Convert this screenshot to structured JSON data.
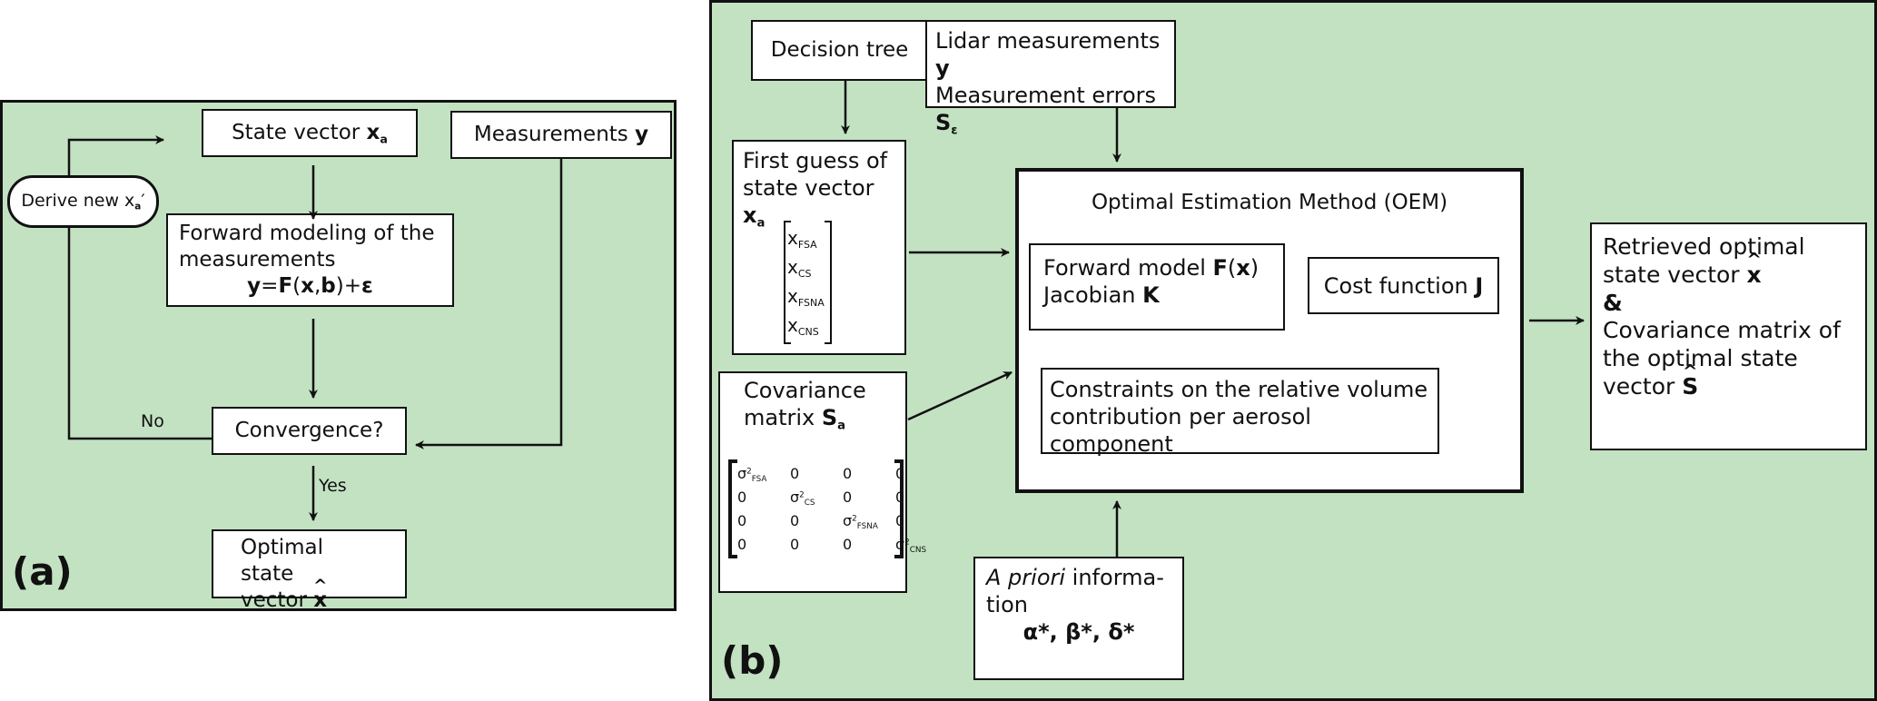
{
  "panel_a": {
    "label": "(a)",
    "state_vector": {
      "text": "State vector ",
      "symbol": "x",
      "subscript": "a"
    },
    "measurements": {
      "text": "Measurements ",
      "symbol": "y"
    },
    "derive_new": {
      "text": "Derive new x",
      "subscript": "a",
      "suffix": "′"
    },
    "forward_modeling": {
      "line1": "Forward modeling of the",
      "line2": "measurements",
      "equation_y": "y",
      "equation_eq": "=",
      "equation_F": "F",
      "equation_open": "(",
      "equation_x": "x",
      "equation_comma": ",",
      "equation_b": "b",
      "equation_close": ")+",
      "equation_eps": "ε"
    },
    "convergence": "Convergence?",
    "no_label": "No",
    "yes_label": "Yes",
    "optimal_state": {
      "line1": "Optimal state",
      "line2": "vector ",
      "symbol": "x"
    }
  },
  "panel_b": {
    "label": "(b)",
    "decision_tree": "Decision tree",
    "lidar": {
      "line1": "Lidar measurements ",
      "symbol1": "y",
      "line2": "Measurement errors ",
      "symbol2": "S",
      "subscript2": "ε"
    },
    "first_guess": {
      "line1": "First guess of",
      "line2": "state vector  ",
      "symbol": "x",
      "subscript": "a",
      "vector": [
        {
          "base": "x",
          "sub": "FSA"
        },
        {
          "base": "x",
          "sub": "CS"
        },
        {
          "base": "x",
          "sub": "FSNA"
        },
        {
          "base": "x",
          "sub": "CNS"
        }
      ]
    },
    "covariance": {
      "line1": "Covariance",
      "line2": "matrix ",
      "symbol": "S",
      "subscript": "a",
      "matrix": [
        [
          {
            "t": "σ",
            "sup": "2",
            "sub": "FSA"
          },
          {
            "t": "0"
          },
          {
            "t": "0"
          },
          {
            "t": "0"
          }
        ],
        [
          {
            "t": "0"
          },
          {
            "t": "σ",
            "sup": "2",
            "sub": "CS"
          },
          {
            "t": "0"
          },
          {
            "t": "0"
          }
        ],
        [
          {
            "t": "0"
          },
          {
            "t": "0"
          },
          {
            "t": "σ",
            "sup": "2",
            "sub": "FSNA"
          },
          {
            "t": "0"
          }
        ],
        [
          {
            "t": "0"
          },
          {
            "t": "0"
          },
          {
            "t": "0"
          },
          {
            "t": "σ",
            "sup": "2",
            "sub": "CNS"
          }
        ]
      ]
    },
    "oem": {
      "title": "Optimal Estimation Method (OEM)",
      "forward_model": {
        "line1": "Forward model ",
        "F": "F",
        "open": "(",
        "x": "x",
        "close": ")",
        "line2": "Jacobian ",
        "K": "K"
      },
      "cost_function": {
        "text": "Cost function ",
        "symbol": "J"
      },
      "constraints": {
        "line1": "Constraints on the relative volume",
        "line2": "contribution per aerosol component"
      }
    },
    "a_priori": {
      "italic": "A priori",
      "line1_rest": " informa-",
      "line2": "tion",
      "symbols": "α*, β*, δ*"
    },
    "retrieved": {
      "line1": "Retrieved optimal",
      "line2": "state vector ",
      "symbol1": "x",
      "amp": "&",
      "line3": "Covariance matrix of",
      "line4": "the optimal state",
      "line5": "vector ",
      "symbol2": "S"
    }
  },
  "colors": {
    "panel_bg": "#c3e2c2",
    "box_bg": "#ffffff",
    "stroke": "#111111"
  }
}
